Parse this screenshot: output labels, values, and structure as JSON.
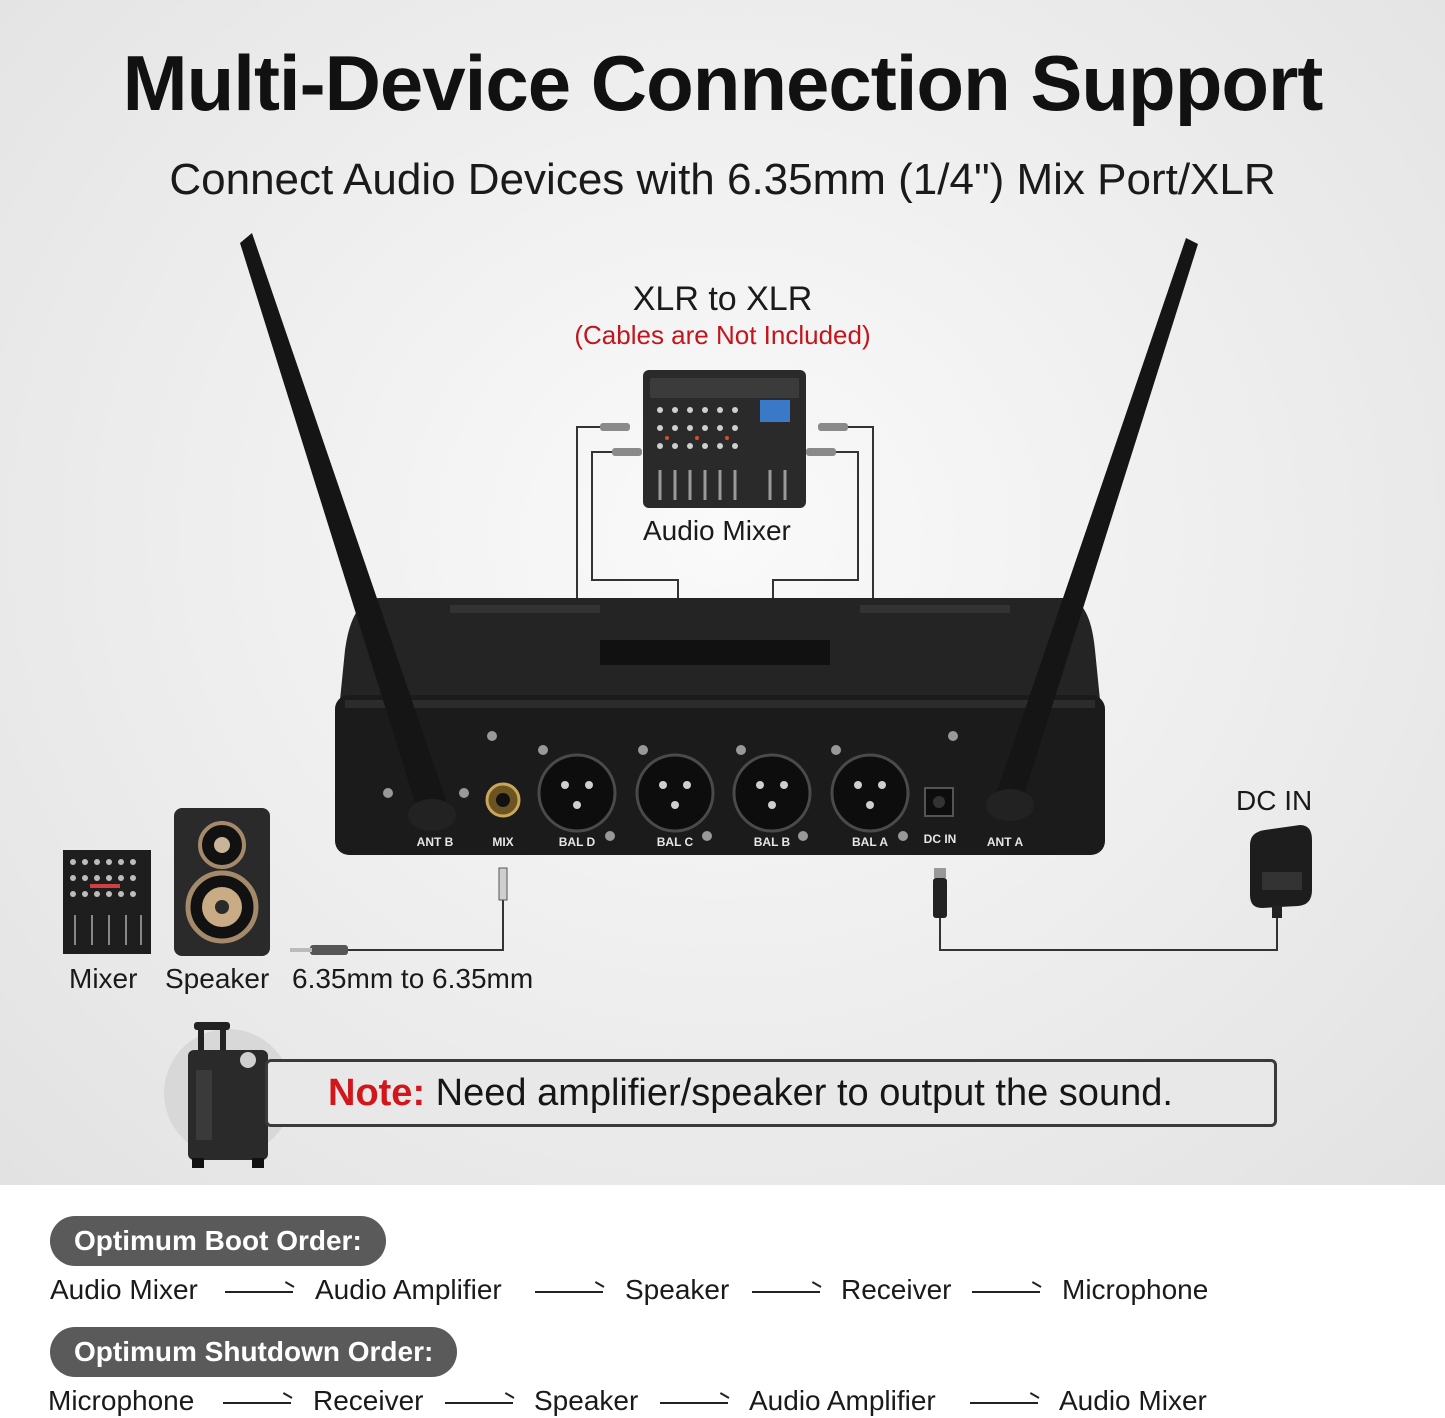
{
  "header": {
    "title": "Multi-Device Connection Support",
    "subtitle": "Connect Audio Devices with 6.35mm (1/4\") Mix Port/XLR"
  },
  "diagram": {
    "xlr_title": "XLR to XLR",
    "xlr_note": "(Cables are Not Included)",
    "mixer_label": "Audio Mixer",
    "dc_in_label": "DC IN",
    "mixer_small_label": "Mixer",
    "speaker_label": "Speaker",
    "cable_label": "6.35mm to 6.35mm",
    "panel_labels": {
      "ant_b": "ANT B",
      "mix": "MIX",
      "bal_d": "BAL D",
      "bal_c": "BAL C",
      "bal_b": "BAL B",
      "bal_a": "BAL A",
      "dc_in": "DC IN",
      "ant_a": "ANT A"
    }
  },
  "note": {
    "keyword": "Note:",
    "text": " Need amplifier/speaker to output the sound."
  },
  "boot_order": {
    "label": "Optimum Boot Order:",
    "steps": [
      "Audio Mixer",
      "Audio Amplifier",
      "Speaker",
      "Receiver",
      "Microphone"
    ]
  },
  "shutdown_order": {
    "label": "Optimum Shutdown Order:",
    "steps": [
      "Microphone",
      "Receiver",
      "Speaker",
      "Audio Amplifier",
      "Audio Mixer"
    ]
  },
  "colors": {
    "accent_red": "#c2151c",
    "pill_bg": "#5a5a5a",
    "device_body": "#1b1b1b"
  }
}
